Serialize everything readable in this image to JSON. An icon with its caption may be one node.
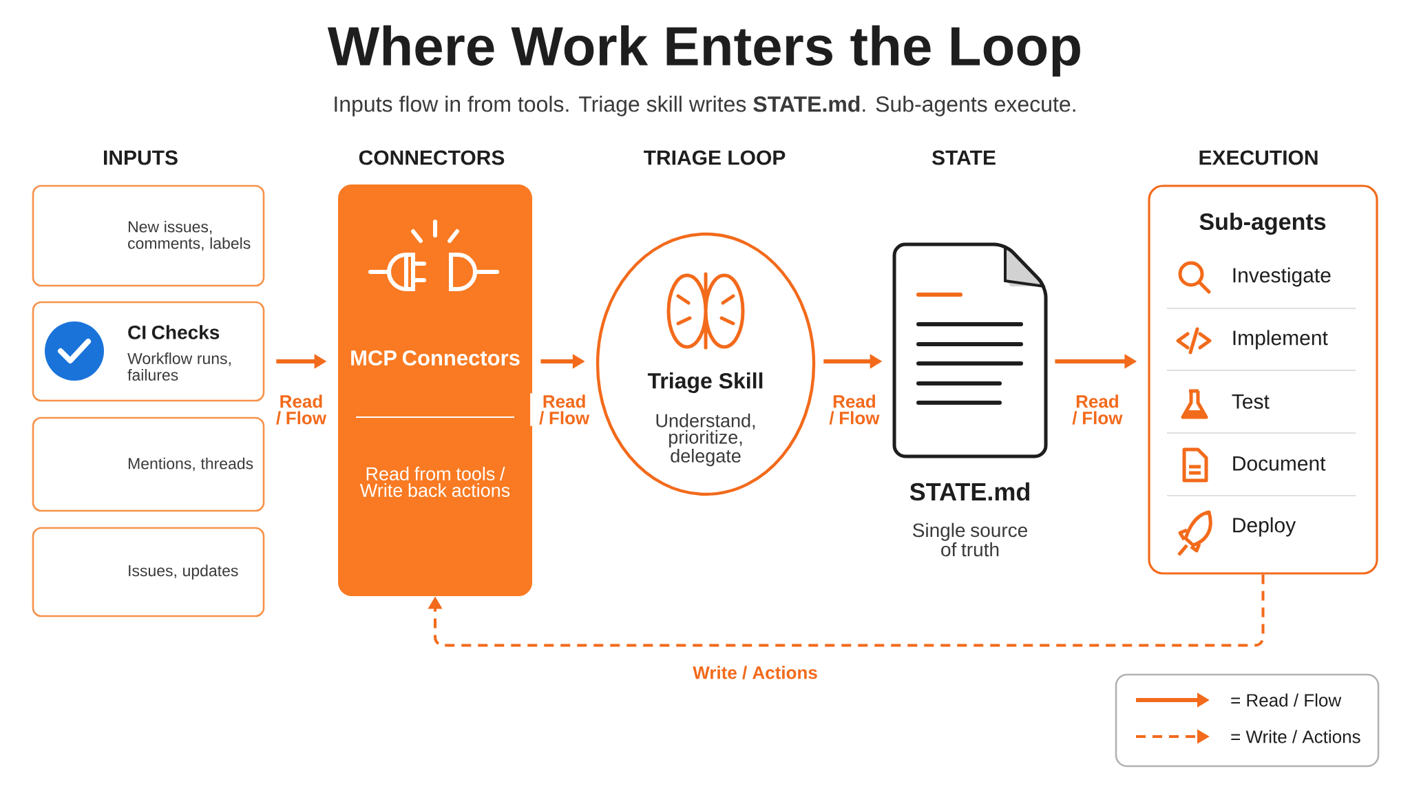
{
  "diagram": {
    "title": "Where Work Enters the Loop",
    "caption": "Inputs flow in from tools. Triage skill writes **STATE.md**. Sub-agents execute.",
    "nodes": [
      {
        "text": [
          "New issues, comments, labels"
        ]
      },
      {
        "text": [
          "CI Checks",
          "Workflow runs, failures"
        ]
      },
      {
        "text": [
          "Mentions, threads"
        ]
      },
      {
        "text": [
          "Issues, updates"
        ]
      },
      {
        "text": [
          "MCP Connectors",
          "Read from tools / Write back actions"
        ]
      },
      {
        "text": [
          "Triage Skill",
          "Understand, prioritize, delegate"
        ]
      },
      {
        "text": [
          "STATE.md",
          "Single source of truth"
        ]
      },
      {
        "text": [
          "Sub-agents"
        ]
      },
      {
        "text": [
          "Investigate"
        ],
        "in": 7
      },
      {
        "text": [
          "Implement"
        ],
        "in": 7
      },
      {
        "text": [
          "Test"
        ],
        "in": 7
      },
      {
        "text": [
          "Document"
        ],
        "in": 7
      },
      {
        "text": [
          "Deploy"
        ],
        "in": 7
      }
    ],
    "edges": [
      {
        "from": 1,
        "to": 4,
        "arrow": "to",
        "label": "Read / Flow"
      },
      {
        "from": 4,
        "to": 5,
        "arrow": "to",
        "label": "Read / Flow"
      },
      {
        "from": 5,
        "to": 6,
        "arrow": "to",
        "label": "Read / Flow"
      },
      {
        "from": 6,
        "to": 7,
        "arrow": "to",
        "label": "Read / Flow"
      },
      {
        "from": 7,
        "to": 4,
        "arrow": "to",
        "label": "Write / Actions",
        "style": "dashed"
      }
    ],
    "labels": [
      "INPUTS",
      "CONNECTORS",
      "TRIAGE LOOP",
      "STATE",
      "EXECUTION"
    ],
    "legend": [
      {
        "text": "= Read / Flow"
      },
      {
        "text": "= Write / Actions"
      }
    ]
  }
}
